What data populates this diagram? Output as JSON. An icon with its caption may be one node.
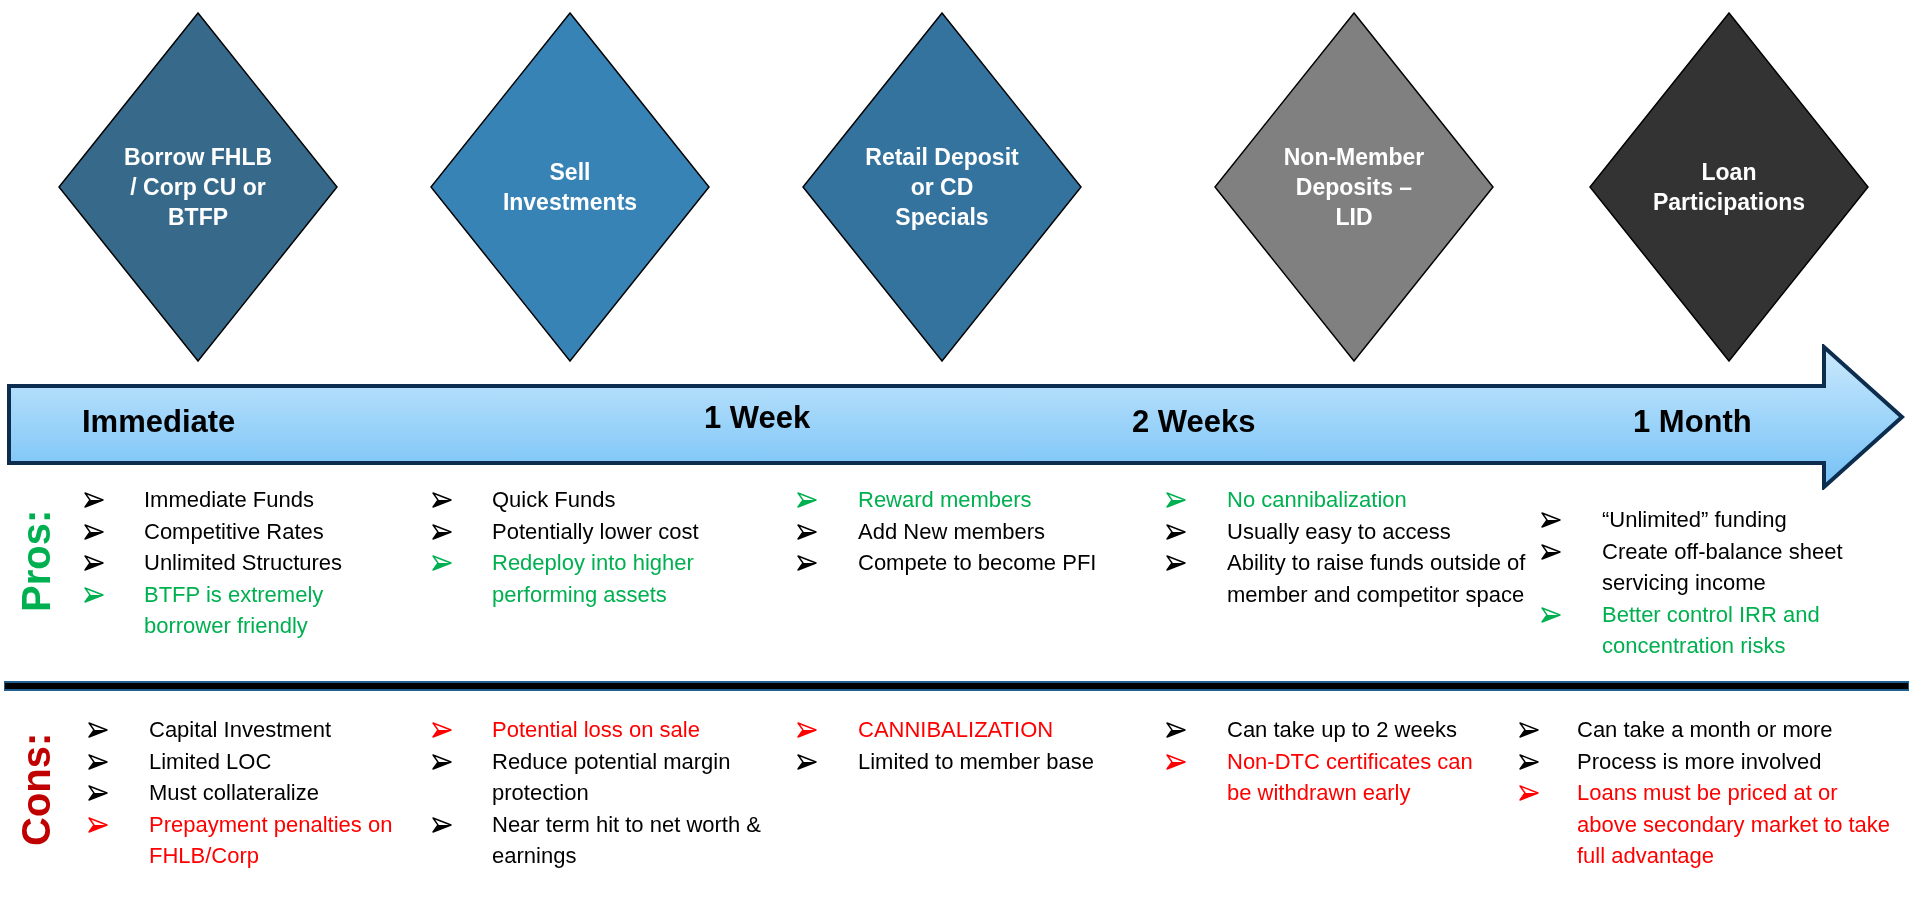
{
  "diagram": {
    "nodes": [
      {
        "text": [
          "Borrow FHLB / Corp CU or BTFP"
        ]
      },
      {
        "text": [
          "Sell Investments"
        ]
      },
      {
        "text": [
          "Retail Deposit or CD Specials"
        ]
      },
      {
        "text": [
          "Non-Member Deposits – LID"
        ]
      },
      {
        "text": [
          "Loan Participations"
        ]
      },
      {
        "text": [
          "Immediate",
          "1 Week",
          "2 Weeks",
          "1 Month"
        ]
      }
    ],
    "edges": [],
    "labels": [
      "Pros:",
      "Immediate Funds",
      "Competitive Rates",
      "Unlimited Structures",
      "BTFP is extremely borrower friendly",
      "Quick Funds",
      "Potentially lower cost",
      "Redeploy into higher performing assets",
      "Reward members",
      "Add New members",
      "Compete to become PFI",
      "No cannibalization",
      "Usually easy to access",
      "Ability to raise funds outside of member and competitor space",
      "“Unlimited” funding",
      "Create off-balance sheet servicing income",
      "Better control IRR and concentration risks",
      "Cons:",
      "Capital Investment",
      "Limited LOC",
      "Must collateralize",
      "Prepayment penalties on FHLB/Corp",
      "Potential loss on sale",
      "Reduce potential margin protection",
      "Near term hit to net worth & earnings",
      "CANNIBALIZATION",
      "Limited to member base",
      "Can take up to 2 weeks",
      "Non-DTC certificates can be withdrawn early",
      "Can take a month or more",
      "Process is more involved",
      "Loans must be priced at or above secondary market to take full advantage"
    ]
  }
}
